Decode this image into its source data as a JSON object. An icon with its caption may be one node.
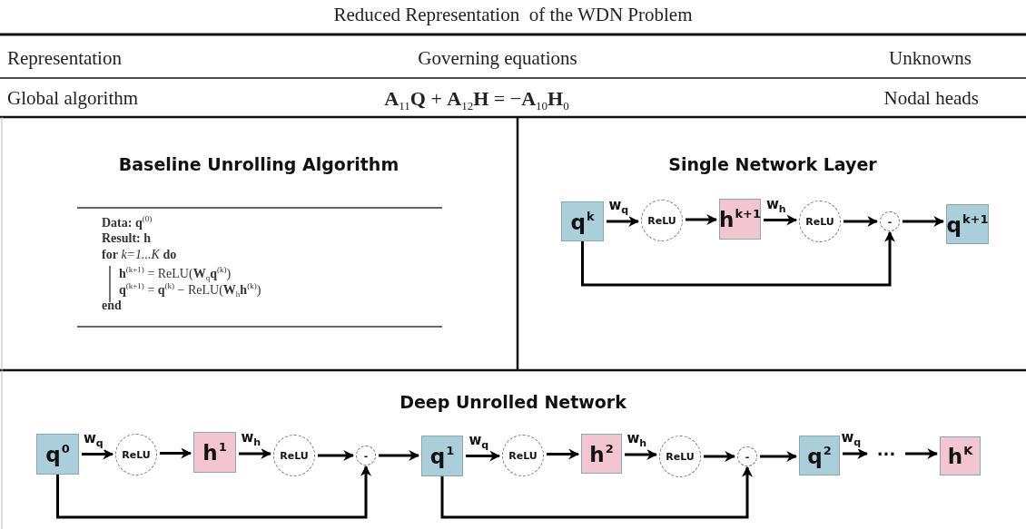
{
  "diagram": {
    "title": "Reduced Representation  of the WDN Problem",
    "nodes": [
      {
        "text": [
          "Baseline Unrolling Algorithm"
        ]
      },
      {
        "text": [
          "**Data: q**$^{(0)}$",
          "Result: h",
          "**for** *k=1...K* **do**",
          "**h**$^{(k+1)}$ = ReLU(**W**$_{q}$**q**$^{(k)}$)",
          "**q**$^{(k+1)}$ = **q**$^{(k)}$ − ReLU(**W**$_{h}$**h**$^{(k)}$)",
          "end"
        ],
        "in": 0
      },
      {
        "text": [
          "Single Network Layer"
        ]
      },
      {
        "text": [
          "q$^{k}$"
        ],
        "in": 2
      },
      {
        "text": [
          "ReLU"
        ],
        "in": 2
      },
      {
        "text": [
          "h$^{k+1}$"
        ],
        "in": 2
      },
      {
        "text": [
          "ReLU"
        ],
        "in": 2
      },
      {
        "text": [
          "-"
        ],
        "in": 2
      },
      {
        "text": [
          "q$^{k+1}$"
        ],
        "in": 2
      },
      {
        "text": [
          "Deep Unrolled Network"
        ]
      },
      {
        "text": [
          "q$^{0}$"
        ],
        "in": 9
      },
      {
        "text": [
          "ReLU"
        ],
        "in": 9
      },
      {
        "text": [
          "h$^{1}$"
        ],
        "in": 9
      },
      {
        "text": [
          "ReLU"
        ],
        "in": 9
      },
      {
        "text": [
          "-"
        ],
        "in": 9
      },
      {
        "text": [
          "q$^{1}$"
        ],
        "in": 9
      },
      {
        "text": [
          "ReLU"
        ],
        "in": 9
      },
      {
        "text": [
          "h$^{2}$"
        ],
        "in": 9
      },
      {
        "text": [
          "ReLU"
        ],
        "in": 9
      },
      {
        "text": [
          "-"
        ],
        "in": 9
      },
      {
        "text": [
          "q$^{2}$"
        ],
        "in": 9
      },
      {
        "text": [
          "···"
        ],
        "in": 9
      },
      {
        "text": [
          "h$^{K}$"
        ],
        "in": 9
      }
    ],
    "edges": [
      {
        "from": 3,
        "to": 4,
        "arrow": "to",
        "label": "w$_{q}$"
      },
      {
        "from": 4,
        "to": 5,
        "arrow": "to"
      },
      {
        "from": 5,
        "to": 6,
        "arrow": "to",
        "label": "w$_{h}$"
      },
      {
        "from": 6,
        "to": 7,
        "arrow": "to"
      },
      {
        "from": 7,
        "to": 8,
        "arrow": "to"
      },
      {
        "from": 3,
        "to": 7,
        "arrow": "to"
      },
      {
        "from": 10,
        "to": 11,
        "arrow": "to",
        "label": "w$_{q}$"
      },
      {
        "from": 11,
        "to": 12,
        "arrow": "to"
      },
      {
        "from": 12,
        "to": 13,
        "arrow": "to",
        "label": "w$_{h}$"
      },
      {
        "from": 13,
        "to": 14,
        "arrow": "to"
      },
      {
        "from": 14,
        "to": 15,
        "arrow": "to"
      },
      {
        "from": 10,
        "to": 14,
        "arrow": "to"
      },
      {
        "from": 15,
        "to": 16,
        "arrow": "to",
        "label": "w$_{q}$"
      },
      {
        "from": 16,
        "to": 17,
        "arrow": "to"
      },
      {
        "from": 17,
        "to": 18,
        "arrow": "to",
        "label": "w$_{h}$"
      },
      {
        "from": 18,
        "to": 19,
        "arrow": "to"
      },
      {
        "from": 19,
        "to": 20,
        "arrow": "to"
      },
      {
        "from": 15,
        "to": 19,
        "arrow": "to"
      },
      {
        "from": 20,
        "to": 21,
        "arrow": "to",
        "label": "w$_{q}$"
      },
      {
        "from": 21,
        "to": 22,
        "arrow": "to"
      }
    ],
    "labels": [
      "Representation",
      "Governing equations",
      "Unknowns",
      "Global algorithm",
      "**A**$_{11}$**Q** + **A**$_{12}$**H** = −**A**$_{10}$**H**$_{0}$",
      "Nodal heads"
    ]
  }
}
